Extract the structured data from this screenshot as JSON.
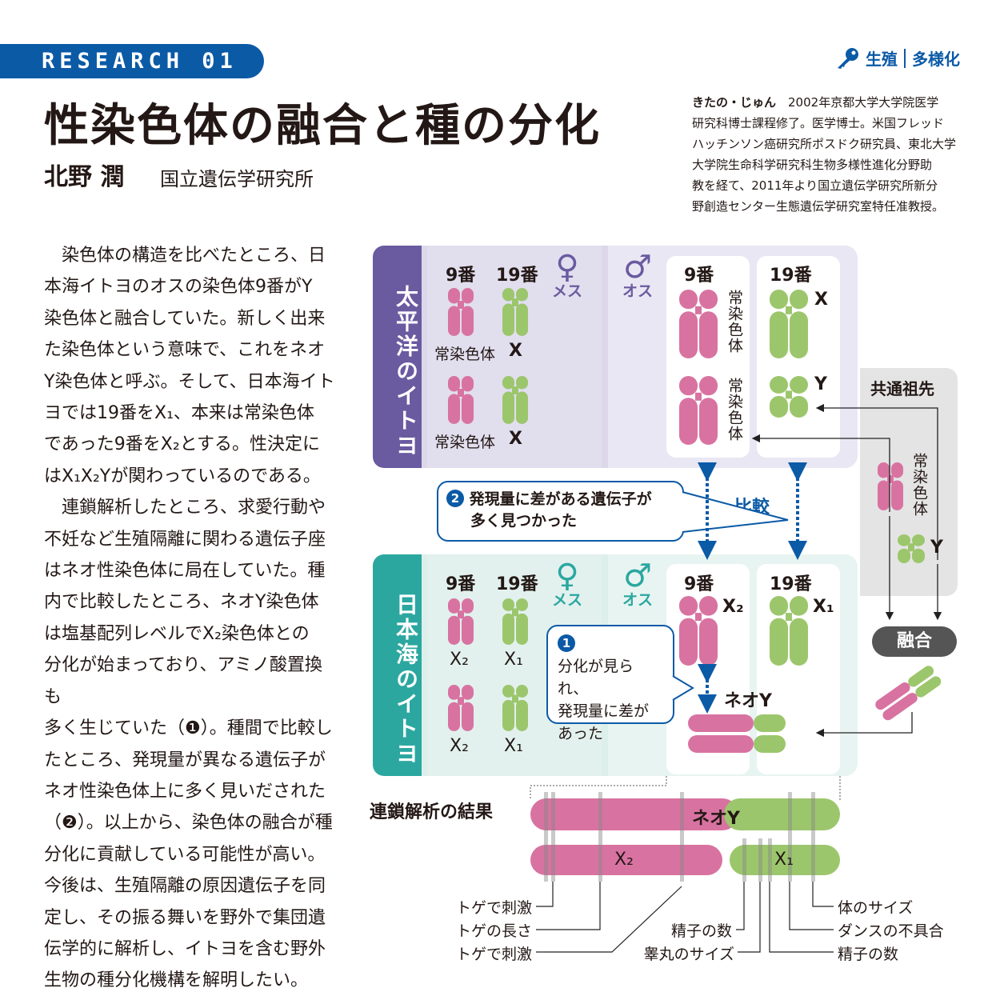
{
  "header": {
    "series": "RESEARCH 01",
    "title": "性染色体の融合と種の分化",
    "author": "北野 潤",
    "affiliation": "国立遺伝学研究所",
    "tags": [
      "生殖",
      "多様化"
    ],
    "tag_icon": "key-icon",
    "bio_name": "きたの・じゅん",
    "bio_lines": [
      "　2002年京都大学大学院医学",
      "研究科博士課程修了。医学博士。米国フレッド",
      "ハッチンソン癌研究所ポスドク研究員、東北大学",
      "大学院生命科学研究科生物多様性進化分野助",
      "教を経て、2011年より国立遺伝学研究所新分",
      "野創造センター生態遺伝学研究室特任准教授。"
    ]
  },
  "body_lines": [
    "　染色体の構造を比べたところ、日",
    "本海イトヨのオスの染色体9番がY",
    "染色体と融合していた。新しく出来",
    "た染色体という意味で、これをネオ",
    "Y染色体と呼ぶ。そして、日本海イト",
    "ヨでは19番をX₁、本来は常染色体",
    "であった9番をX₂とする。性決定に",
    "はX₁X₂Yが関わっているのである。",
    "　連鎖解析したところ、求愛行動や",
    "不妊など生殖隔離に関わる遺伝子座",
    "はネオ性染色体に局在していた。種",
    "内で比較したところ、ネオY染色体",
    "は塩基配列レベルでX₂染色体との",
    "分化が始まっており、アミノ酸置換も",
    "多く生じていた（❶）。種間で比較し",
    "たところ、発現量が異なる遺伝子が",
    "ネオ性染色体上に多く見いだされた",
    "（❷）。以上から、染色体の融合が種",
    "分化に貢献している可能性が高い。",
    "今後は、生殖隔離の原因遺伝子を同",
    "定し、その振る舞いを野外で集団遺",
    "伝学的に解析し、イトヨを含む野外",
    "生物の種分化機構を解明したい。"
  ],
  "diagram": {
    "pacific": "太平洋のイトヨ",
    "japan_sea": "日本海のイトヨ",
    "n9": "9番",
    "n19": "19番",
    "female": "メス",
    "male": "オス",
    "female_sym": "♀",
    "male_sym": "♂",
    "autosome": "常染色体",
    "x": "X",
    "y": "Y",
    "x1": "X₁",
    "x2": "X₂",
    "neo_y": "ネオY",
    "ancestor": "共通祖先",
    "fusion": "融合",
    "compare": "比較",
    "callout2_num": "2",
    "callout2_l1": "発現量に差がある遺伝子が",
    "callout2_l2": "多く見つかった",
    "callout1_num": "1",
    "callout1_lines": [
      "分化が見られ、",
      "発現量に差が",
      "あった"
    ]
  },
  "linkage": {
    "title": "連鎖解析の結果",
    "neo_y": "ネオY",
    "x2": "X₂",
    "x1": "X₁",
    "left_labels": [
      "トゲで刺激",
      "トゲの長さ",
      "トゲで刺激"
    ],
    "mid_labels": [
      "精子の数",
      "睾丸のサイズ"
    ],
    "right_labels": [
      "体のサイズ",
      "ダンスの不具合",
      "精子の数"
    ]
  },
  "colors": {
    "blue": "#0b5aa6",
    "purple": "#6a5aa0",
    "teal": "#2ba7a0",
    "pink": "#d873a1",
    "green": "#9cc66c"
  }
}
